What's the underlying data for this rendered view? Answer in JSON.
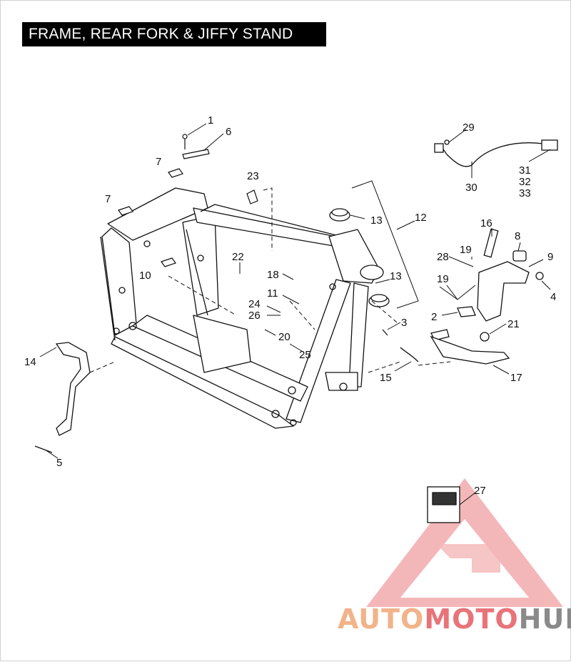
{
  "title": "FRAME, REAR FORK & JIFFY STAND",
  "callouts": [
    {
      "id": "c1",
      "text": "1"
    },
    {
      "id": "c6",
      "text": "6"
    },
    {
      "id": "c7a",
      "text": "7"
    },
    {
      "id": "c7b",
      "text": "7"
    },
    {
      "id": "c23",
      "text": "23"
    },
    {
      "id": "c29",
      "text": "29"
    },
    {
      "id": "c30",
      "text": "30"
    },
    {
      "id": "c31",
      "text": "31"
    },
    {
      "id": "c32",
      "text": "32"
    },
    {
      "id": "c33",
      "text": "33"
    },
    {
      "id": "c13a",
      "text": "13"
    },
    {
      "id": "c12",
      "text": "12"
    },
    {
      "id": "c16",
      "text": "16"
    },
    {
      "id": "c8",
      "text": "8"
    },
    {
      "id": "c19a",
      "text": "19"
    },
    {
      "id": "c28",
      "text": "28"
    },
    {
      "id": "c9",
      "text": "9"
    },
    {
      "id": "c22",
      "text": "22"
    },
    {
      "id": "c18",
      "text": "18"
    },
    {
      "id": "c10",
      "text": "10"
    },
    {
      "id": "c13b",
      "text": "13"
    },
    {
      "id": "c19b",
      "text": "19"
    },
    {
      "id": "c4",
      "text": "4"
    },
    {
      "id": "c11",
      "text": "11"
    },
    {
      "id": "c24",
      "text": "24"
    },
    {
      "id": "c26",
      "text": "26"
    },
    {
      "id": "c3",
      "text": "3"
    },
    {
      "id": "c2",
      "text": "2"
    },
    {
      "id": "c21",
      "text": "21"
    },
    {
      "id": "c20",
      "text": "20"
    },
    {
      "id": "c25",
      "text": "25"
    },
    {
      "id": "c14",
      "text": "14"
    },
    {
      "id": "c15",
      "text": "15"
    },
    {
      "id": "c17",
      "text": "17"
    },
    {
      "id": "c5",
      "text": "5"
    },
    {
      "id": "c27",
      "text": "27"
    }
  ],
  "watermark": {
    "part1": "AUTO",
    "part2": "MOTO",
    "part3": "HUB",
    "colors": {
      "auto": "#f2b38a",
      "moto": "#e8747a",
      "hub": "#8a8a8a",
      "triangle": "#e8747a"
    }
  }
}
